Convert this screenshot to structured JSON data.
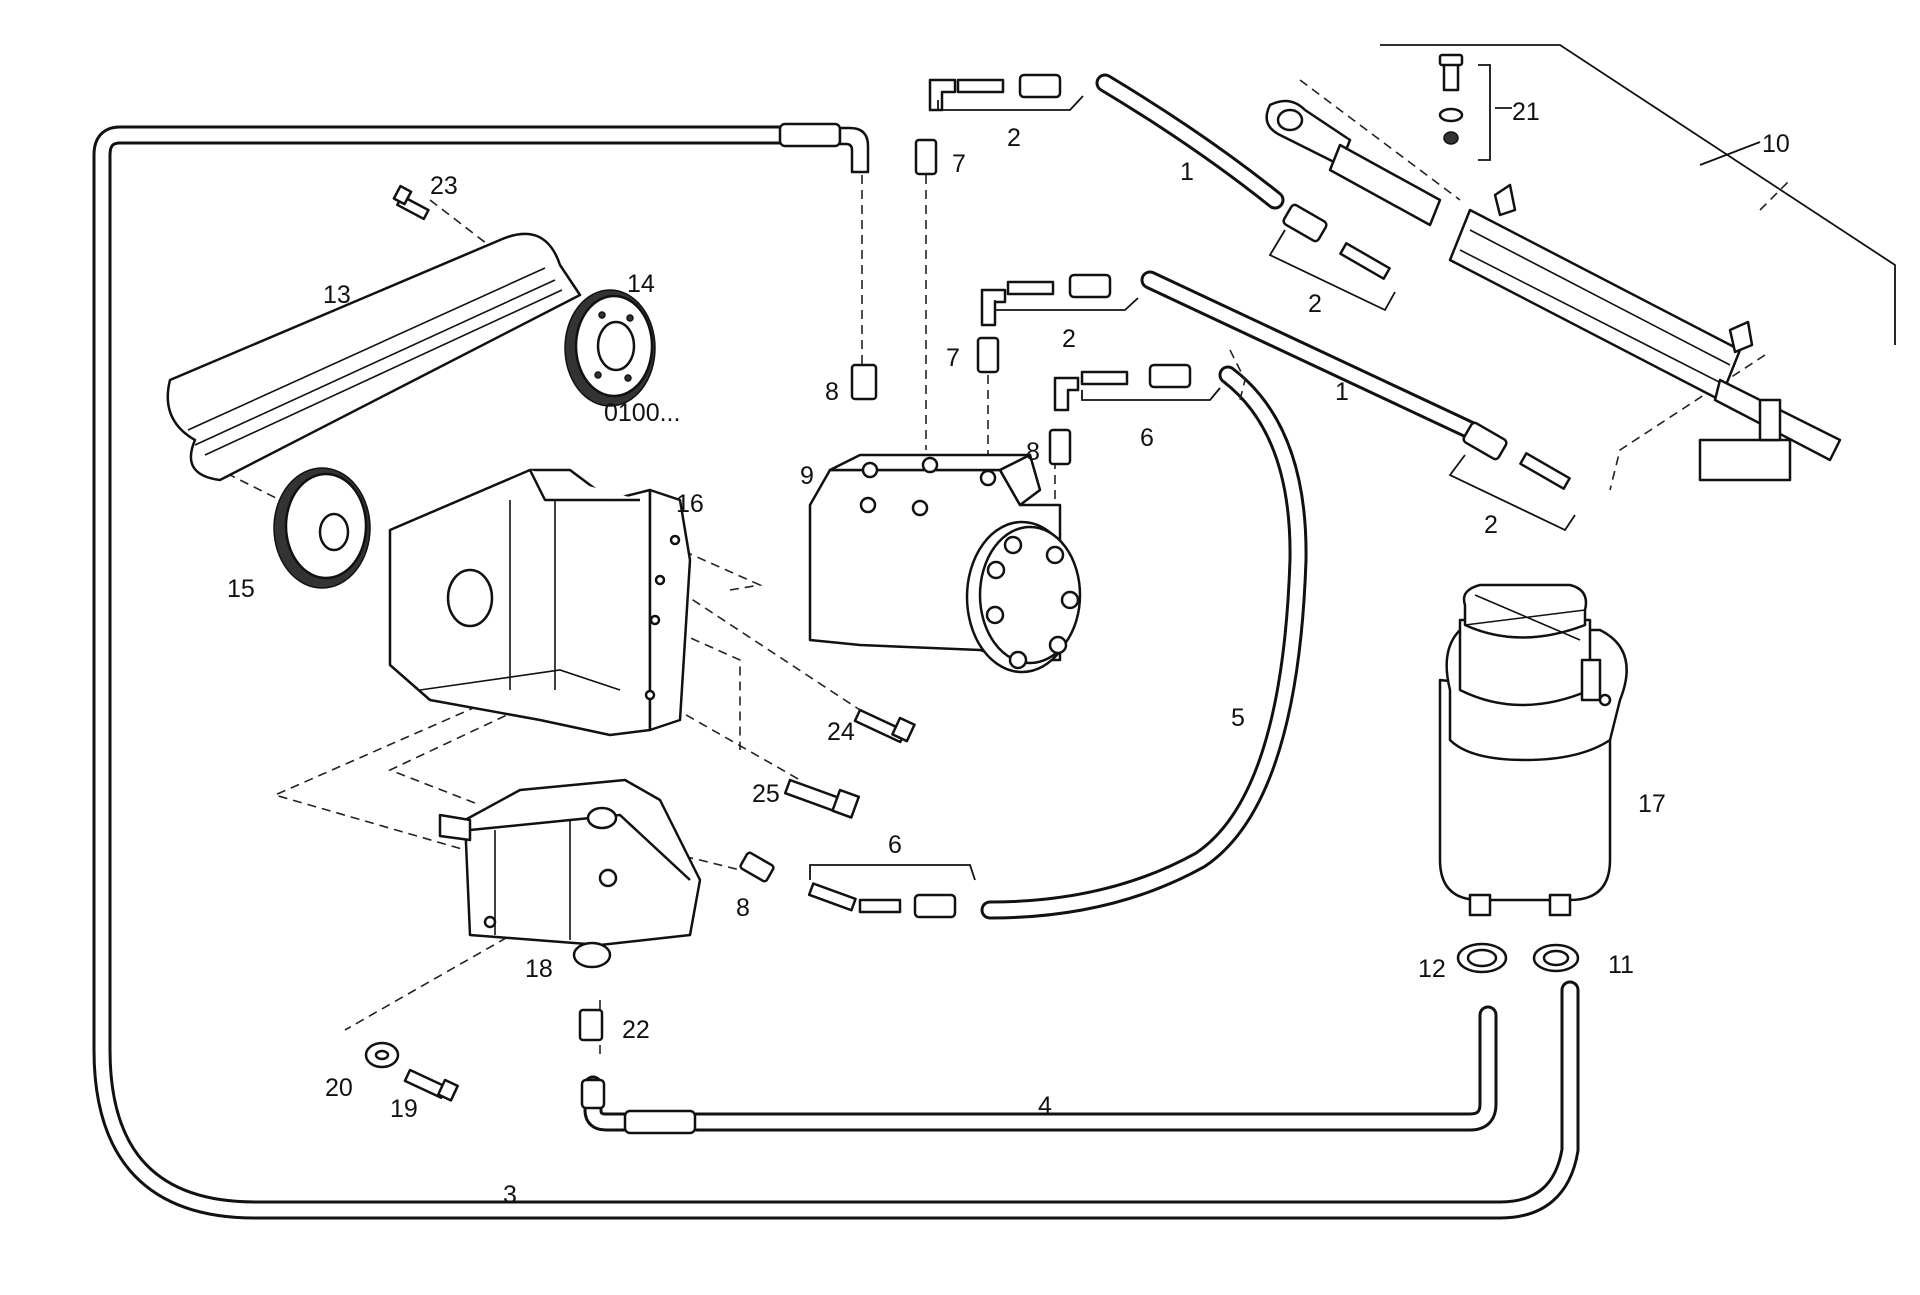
{
  "callouts": {
    "c1a": "1",
    "c1b": "1",
    "c2a": "2",
    "c2b": "2",
    "c2c": "2",
    "c2d": "2",
    "c3": "3",
    "c4": "4",
    "c5": "5",
    "c6a": "6",
    "c6b": "6",
    "c7a": "7",
    "c7b": "7",
    "c8a": "8",
    "c8b": "8",
    "c8c": "8",
    "c9": "9",
    "c10": "10",
    "c11": "11",
    "c12": "12",
    "c13": "13",
    "c14": "14",
    "c15": "15",
    "c16": "16",
    "c17": "17",
    "c18": "18",
    "c19": "19",
    "c20": "20",
    "c21": "21",
    "c22": "22",
    "c23": "23",
    "c24": "24",
    "c25": "25",
    "variant_note": "0100..."
  }
}
